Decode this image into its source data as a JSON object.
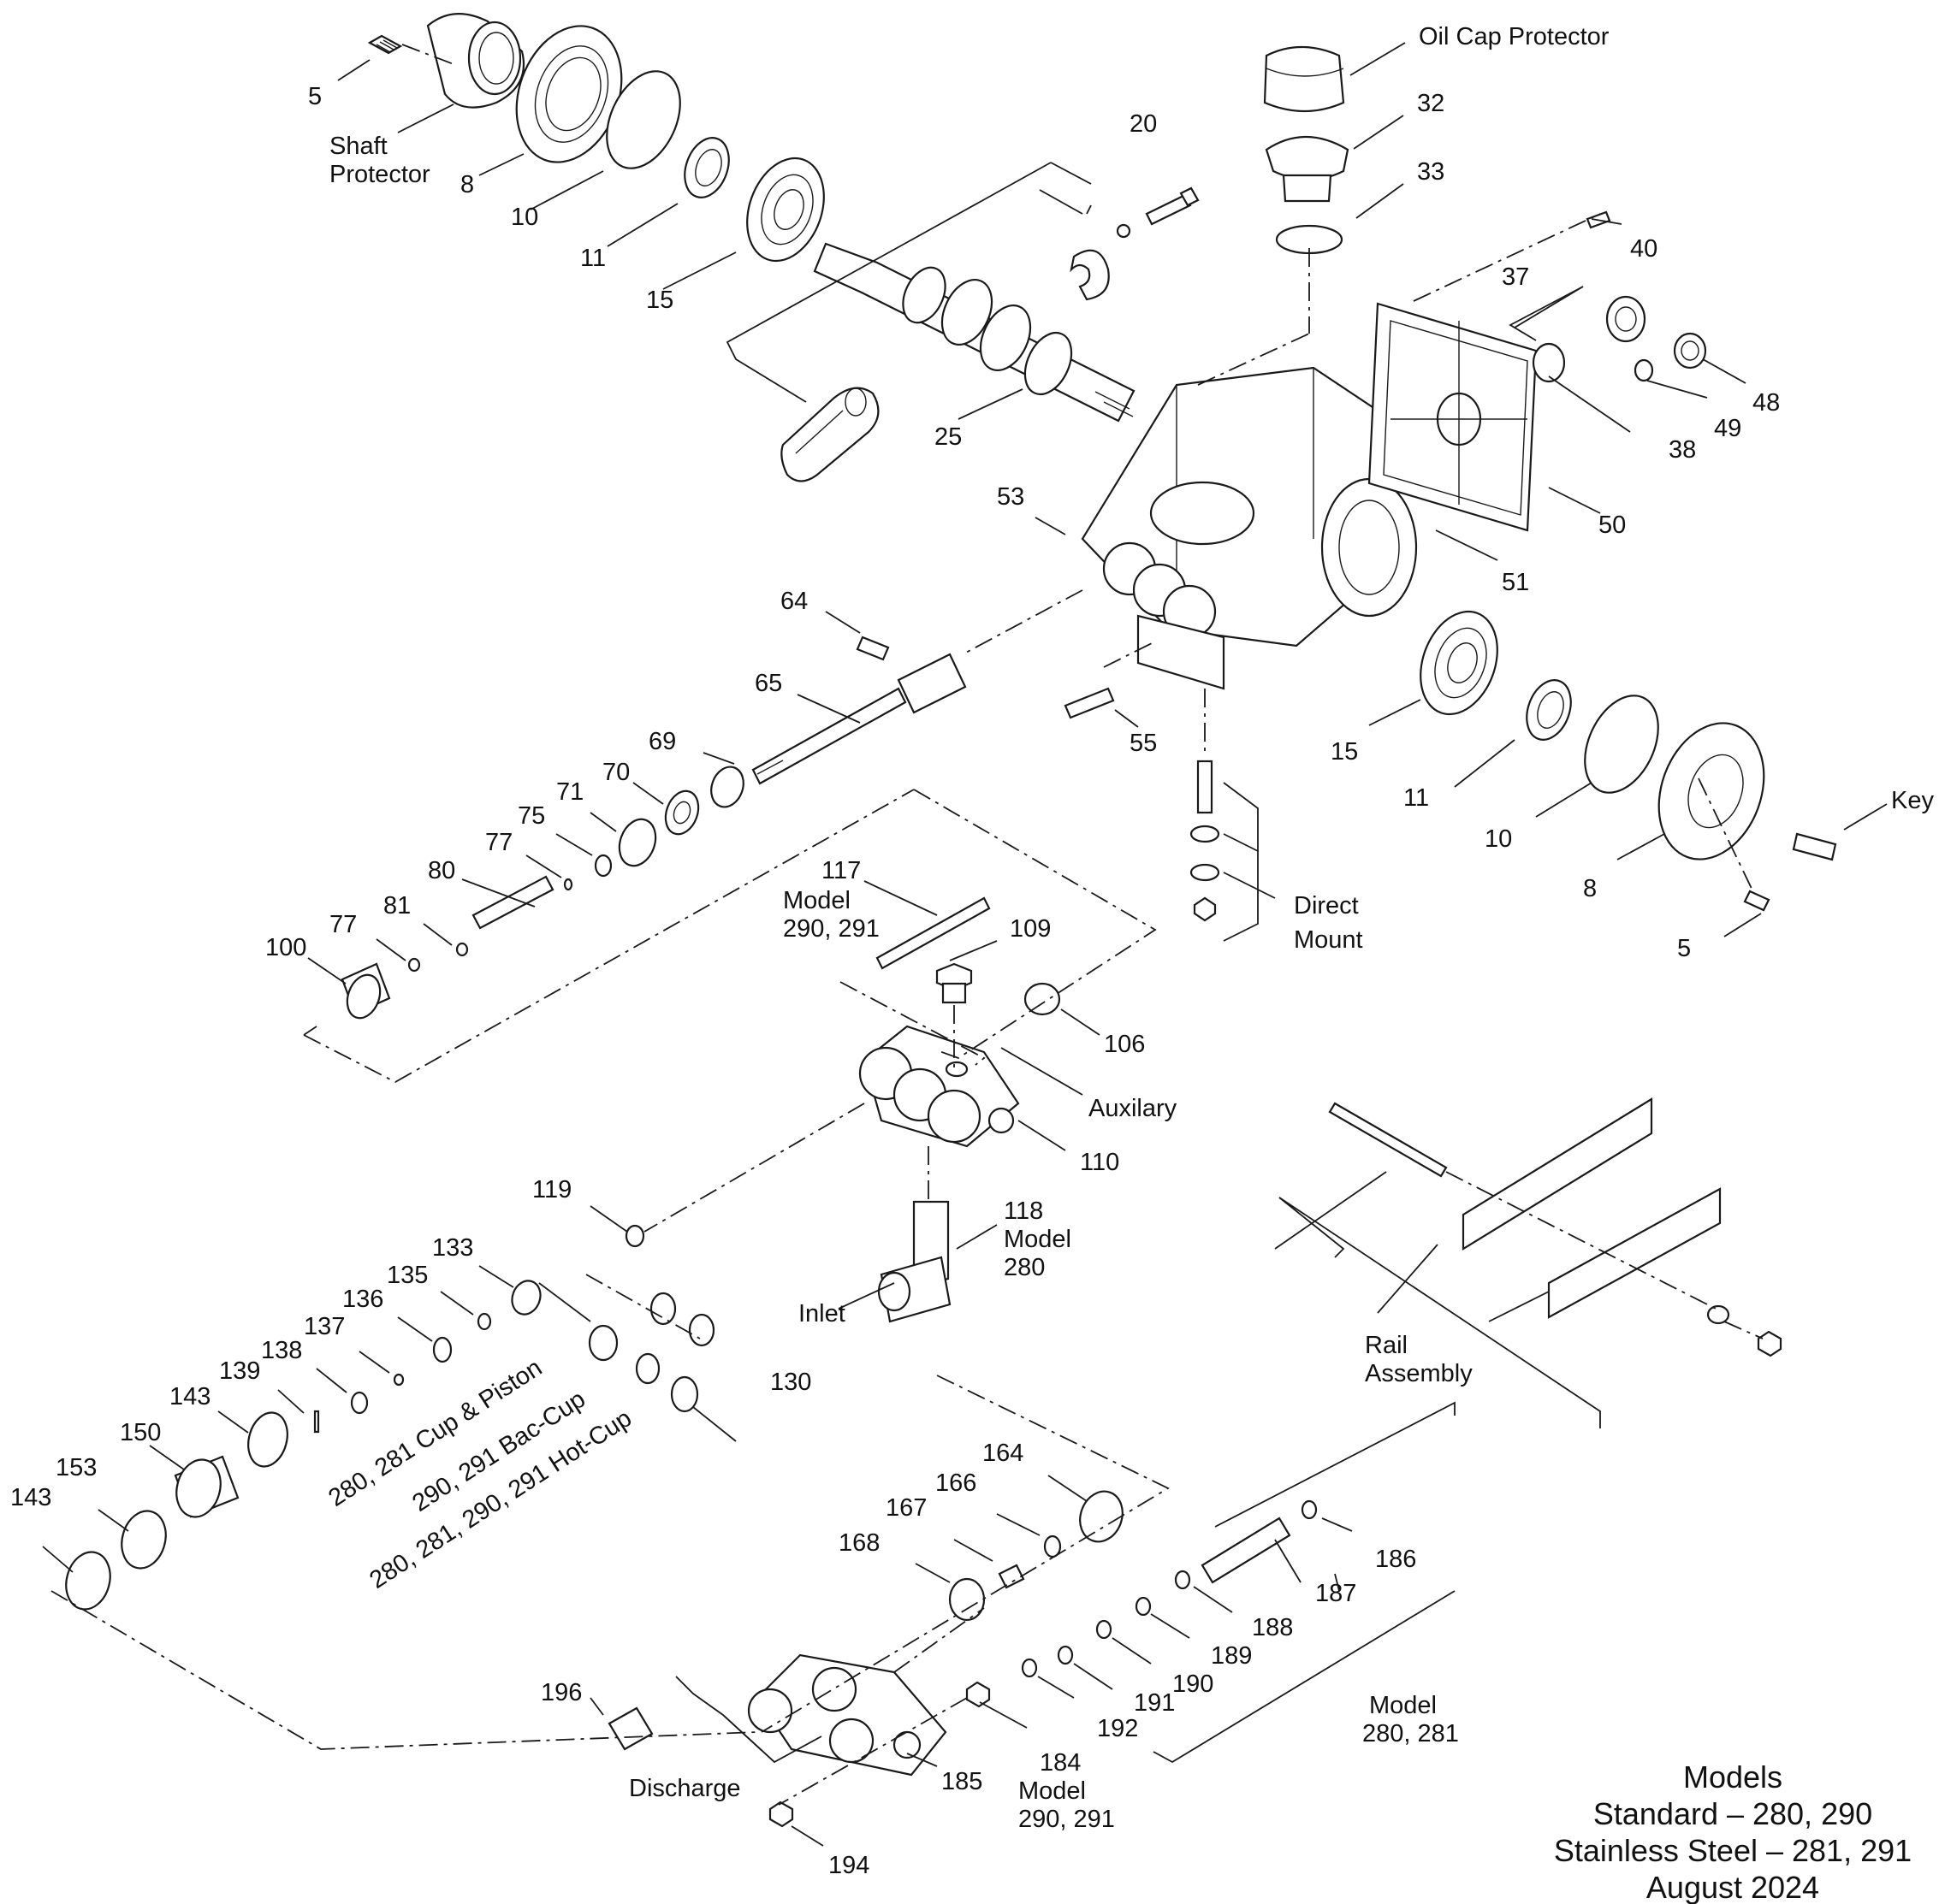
{
  "labels": {
    "oil_cap_protector": "Oil Cap Protector",
    "shaft_protector_1": "Shaft",
    "shaft_protector_2": "Protector",
    "direct_mount_1": "Direct",
    "direct_mount_2": "Mount",
    "key": "Key",
    "auxilary": "Auxilary",
    "inlet": "Inlet",
    "rail_assembly_1": "Rail",
    "rail_assembly_2": "Assembly",
    "discharge": "Discharge",
    "model_117": "Model",
    "model_117_values": "290, 291",
    "model_118": "Model",
    "model_118_values": "280",
    "model_184": "Model",
    "model_184_values": "290, 291",
    "model_280_281": "Model",
    "model_280_281_values": "280, 281",
    "cup_piston": "280, 281 Cup & Piston",
    "bac_cup": "290, 291 Bac-Cup",
    "hot_cup": "280, 281, 290, 291 Hot-Cup"
  },
  "part_numbers": {
    "p5a": "5",
    "p8a": "8",
    "p10a": "10",
    "p11a": "11",
    "p15a": "15",
    "p20": "20",
    "p25": "25",
    "p32": "32",
    "p33": "33",
    "p40": "40",
    "p37": "37",
    "p48": "48",
    "p49": "49",
    "p38": "38",
    "p50": "50",
    "p51": "51",
    "p53": "53",
    "p64": "64",
    "p65": "65",
    "p55": "55",
    "p15b": "15",
    "p11b": "11",
    "p10b": "10",
    "p8b": "8",
    "p5b": "5",
    "p69": "69",
    "p70": "70",
    "p71": "71",
    "p75": "75",
    "p77a": "77",
    "p80": "80",
    "p81": "81",
    "p77b": "77",
    "p100": "100",
    "p117": "117",
    "p109": "109",
    "p106": "106",
    "p110": "110",
    "p119": "119",
    "p118": "118",
    "p133": "133",
    "p135": "135",
    "p136": "136",
    "p137": "137",
    "p138": "138",
    "p139": "139",
    "p143a": "143",
    "p150": "150",
    "p153": "153",
    "p143b": "143",
    "p130": "130",
    "p164": "164",
    "p166": "166",
    "p167": "167",
    "p168": "168",
    "p186": "186",
    "p187": "187",
    "p188": "188",
    "p189": "189",
    "p190": "190",
    "p191": "191",
    "p192": "192",
    "p196": "196",
    "p185": "185",
    "p184": "184",
    "p194": "194"
  },
  "footer": {
    "line1": "Models",
    "line2": "Standard – 280, 290",
    "line3": "Stainless Steel – 281, 291",
    "line4": "August 2024"
  },
  "colors": {
    "line": "#1a1a1a",
    "text": "#111111",
    "background": "#ffffff"
  }
}
